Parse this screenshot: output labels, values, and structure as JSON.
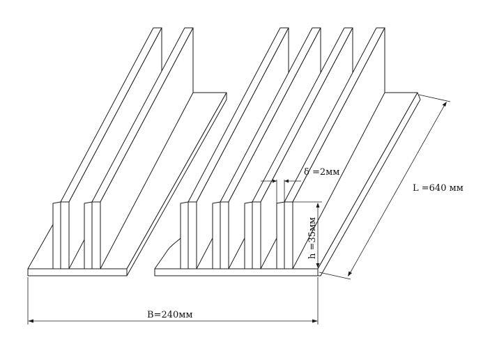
{
  "labels": {
    "delta": "δ =2мм",
    "height": "h =35мм",
    "length": "L =640 мм",
    "width": "B=240мм"
  },
  "colors": {
    "ink": "#1a1a1a",
    "background": "#ffffff"
  }
}
